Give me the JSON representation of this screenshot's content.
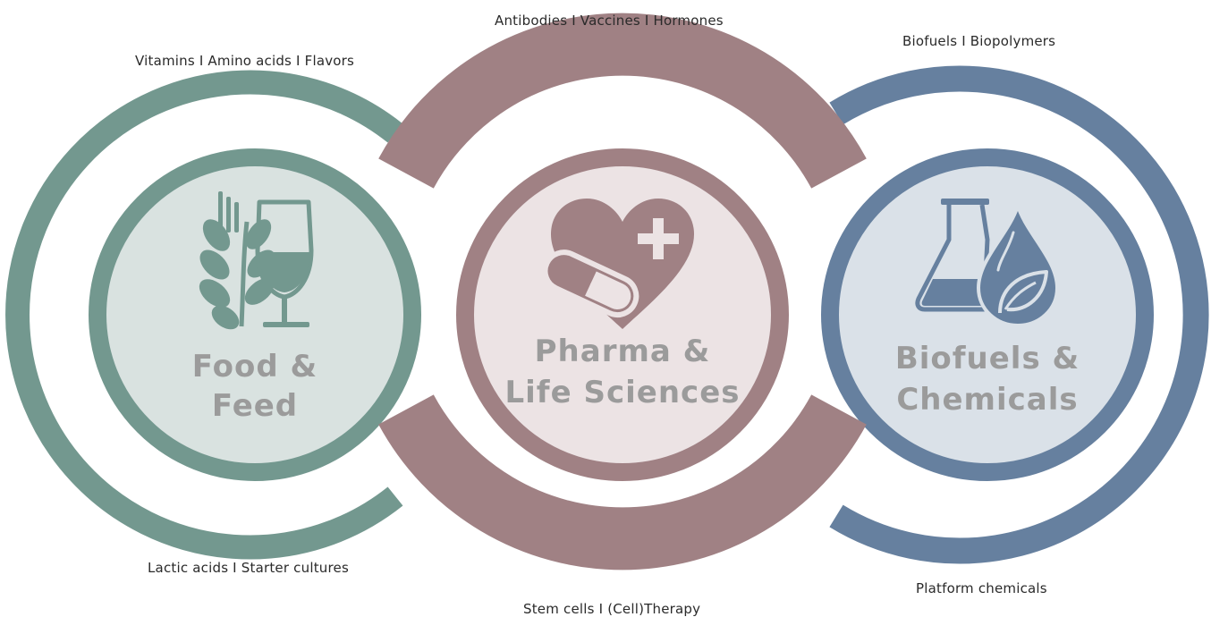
{
  "food": {
    "title_line1": "Food &",
    "title_line2": "Feed",
    "top_label": "Vitamins I Amino acids I Flavors",
    "bottom_label": "Lactic acids I Starter cultures",
    "ring_color": "#73988F",
    "fill_color": "#D9E2E0",
    "icon": "wheat-and-wine-glass-icon"
  },
  "pharma": {
    "title_line1": "Pharma &",
    "title_line2": "Life Sciences",
    "top_label": "Antibodies I Vaccines I Hormones",
    "bottom_label": "Stem cells I (Cell)Therapy",
    "ring_color": "#A08184",
    "fill_color": "#ECE3E4",
    "icon": "heart-pill-plus-icon"
  },
  "bio": {
    "title_line1": "Biofuels &",
    "title_line2": "Chemicals",
    "top_label": "Biofuels I Biopolymers",
    "bottom_label": "Platform chemicals",
    "ring_color": "#66809F",
    "fill_color": "#DAE1E8",
    "icon": "flask-and-leaf-drop-icon"
  },
  "title_color": "#9B9B9B"
}
